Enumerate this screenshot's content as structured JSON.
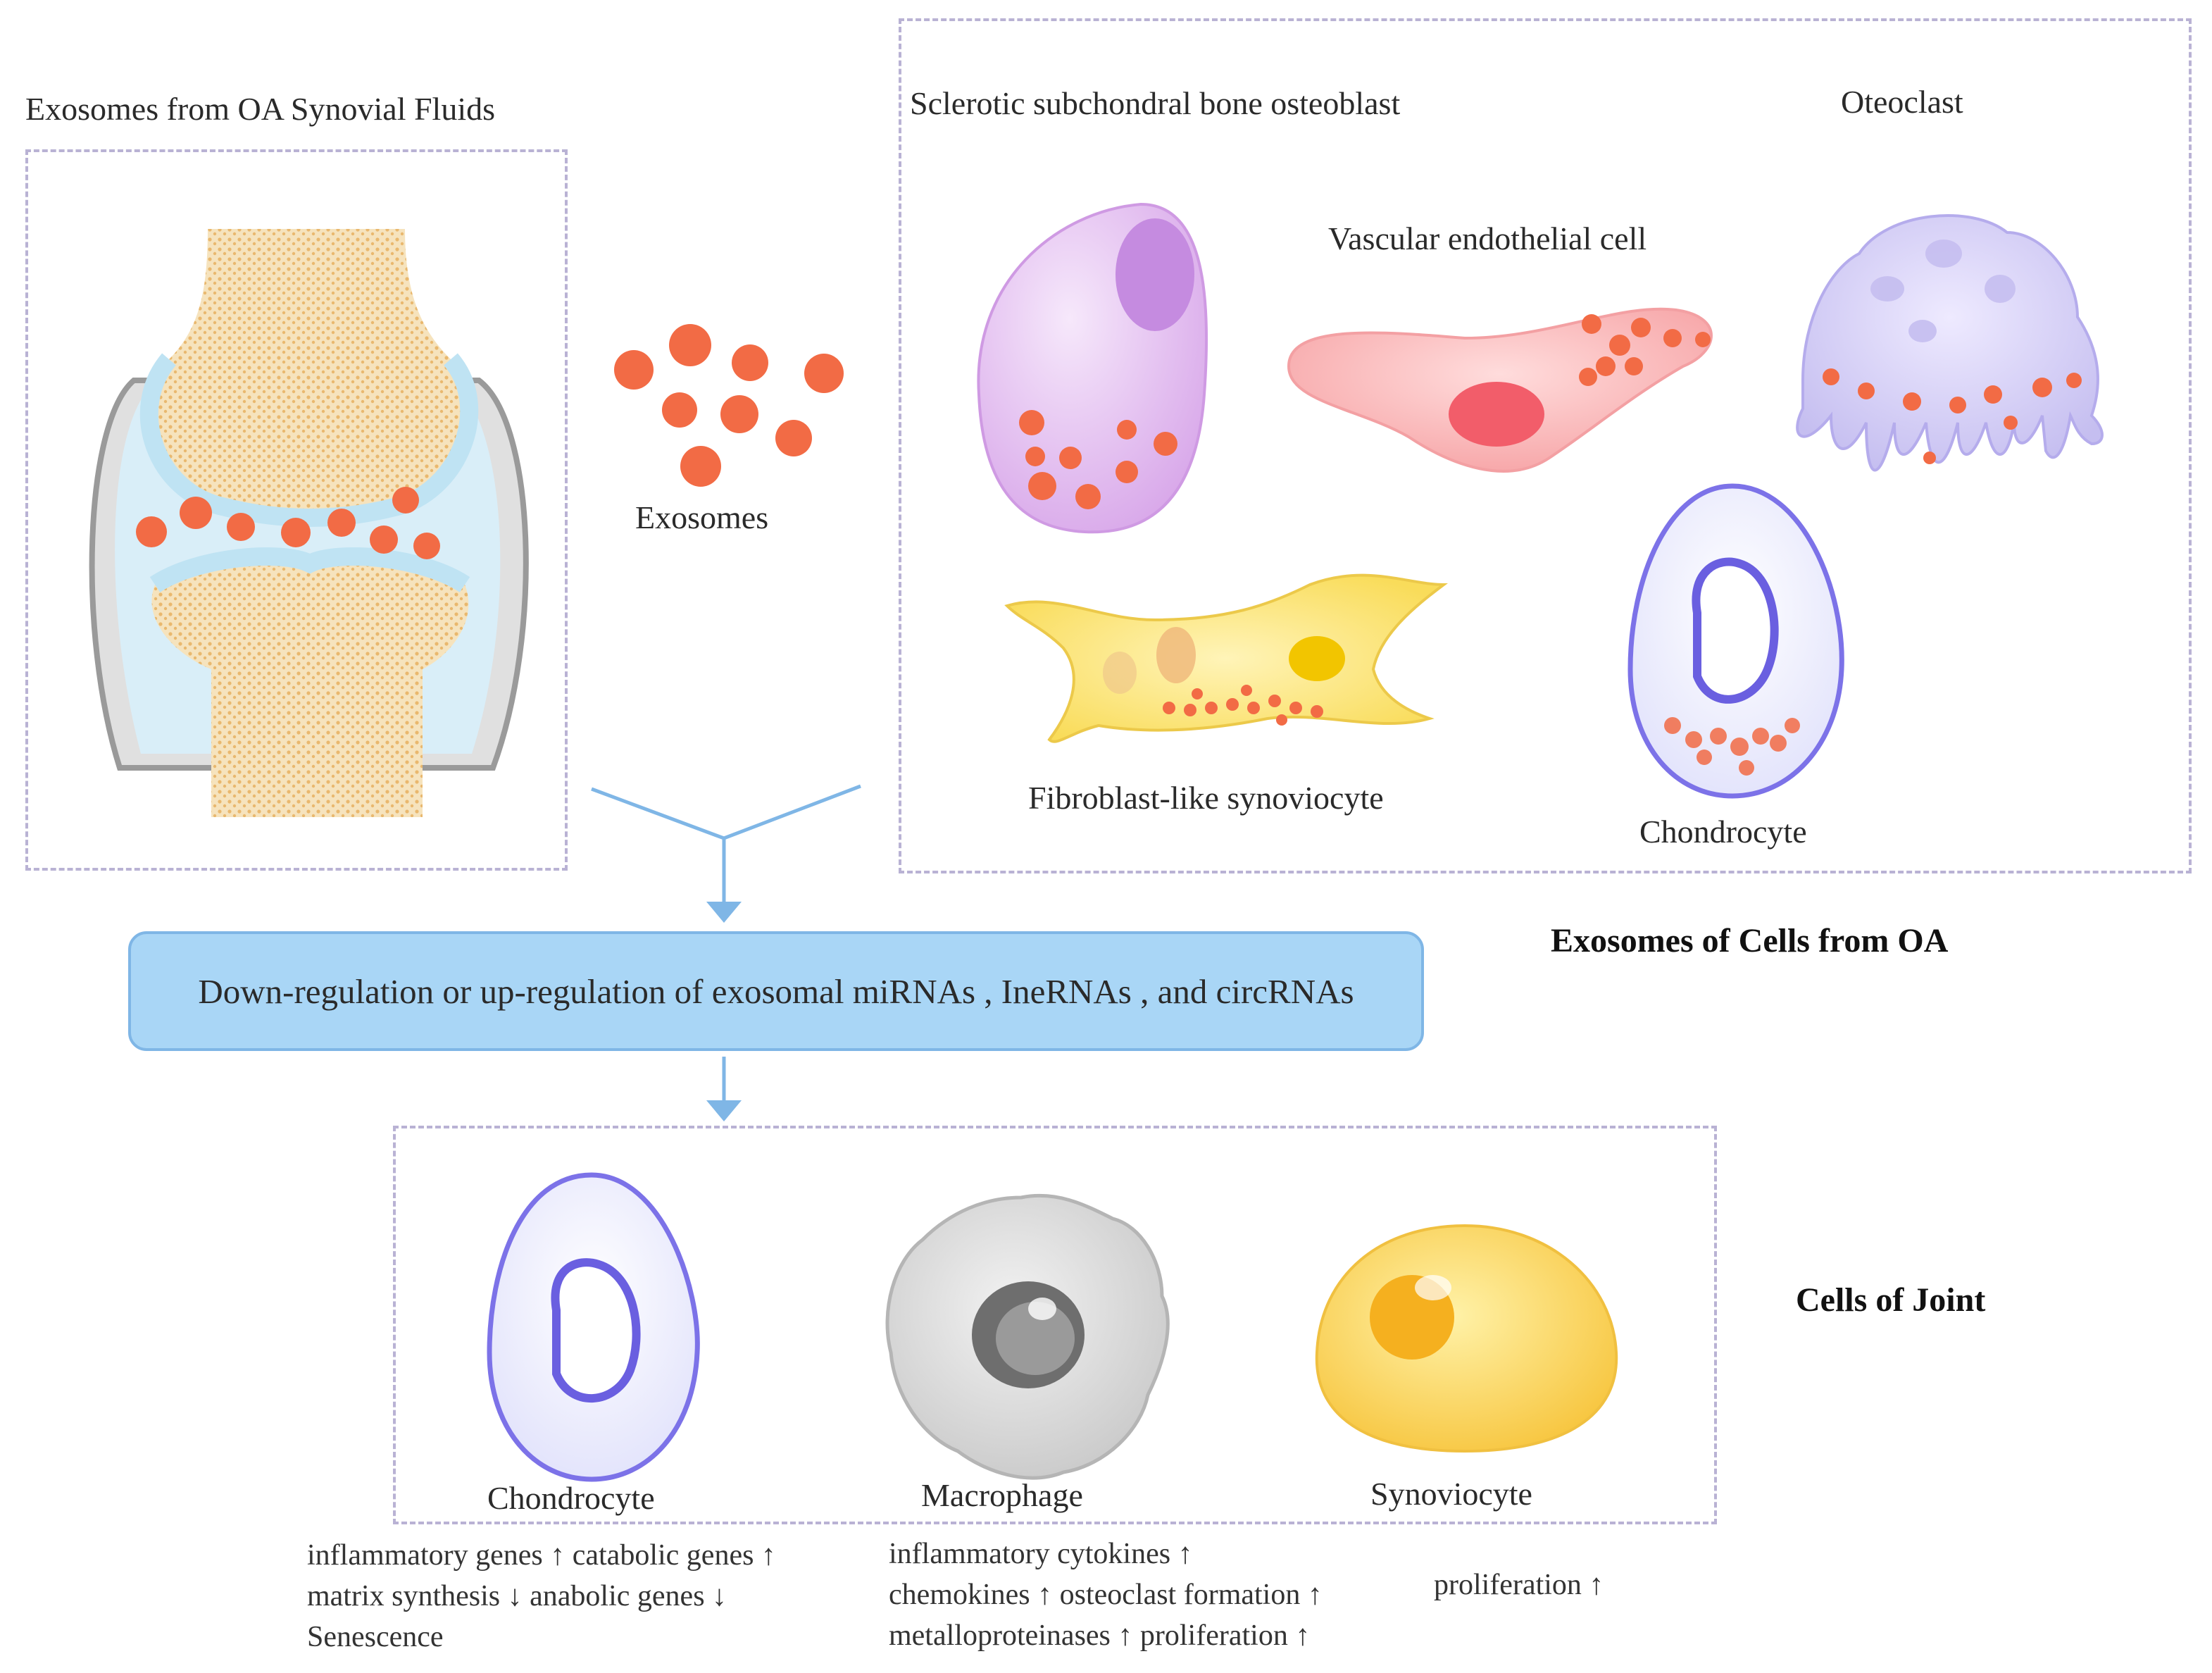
{
  "left_panel": {
    "title": "Exosomes from OA Synovial Fluids",
    "exosomes_label": "Exosomes"
  },
  "cells_panel": {
    "osteoblast_label": "Sclerotic subchondral bone osteoblast",
    "osteoclast_label": "Oteoclast",
    "endothelial_label": "Vascular endothelial cell",
    "fibroblast_label": "Fibroblast-like synoviocyte",
    "chondrocyte_label": "Chondrocyte",
    "section_label": "Exosomes of Cells from OA"
  },
  "regulation_box": {
    "text": "Down-regulation or up-regulation of exosomal miRNAs , IneRNAs , and circRNAs"
  },
  "joint_cells": {
    "section_label": "Cells of Joint",
    "chondrocyte": {
      "label": "Chondrocyte",
      "effects": [
        "inflammatory genes ↑  catabolic genes ↑",
        "matrix synthesis ↓  anabolic genes ↓",
        "Senescence"
      ]
    },
    "macrophage": {
      "label": "Macrophage",
      "effects": [
        "inflammatory cytokines ↑",
        "chemokines ↑  osteoclast formation ↑",
        "metalloproteinases ↑  proliferation ↑"
      ]
    },
    "synoviocyte": {
      "label": "Synoviocyte",
      "effects": [
        "proliferation ↑"
      ]
    }
  },
  "colors": {
    "exosome": "#f26b45",
    "dashed_border": "#b9b2d4",
    "arrow": "#7fb6e6",
    "box_fill": "#a9d6f6"
  }
}
